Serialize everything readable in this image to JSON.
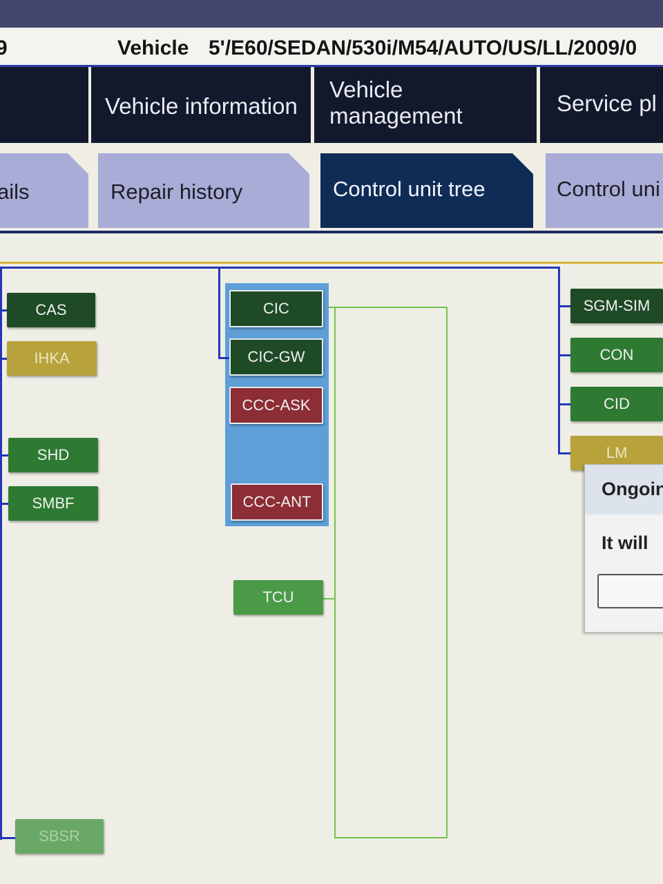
{
  "header": {
    "left_fragment": "9",
    "vehicle_label": "Vehicle",
    "vehicle_value": "5'/E60/SEDAN/530i/M54/AUTO/US/LL/2009/0"
  },
  "nav": {
    "tabs": [
      {
        "label": ""
      },
      {
        "label": "Vehicle information"
      },
      {
        "label": "Vehicle management"
      },
      {
        "label": "Service pl"
      }
    ]
  },
  "subtabs": [
    {
      "label": "ails"
    },
    {
      "label": "Repair history"
    },
    {
      "label": "Control unit tree",
      "active": true
    },
    {
      "label": "Control uni"
    }
  ],
  "ecus": {
    "cas": "CAS",
    "ihka": "IHKA",
    "shd": "SHD",
    "smbf": "SMBF",
    "sbsr": "SBSR",
    "cic": "CIC",
    "cic_gw": "CIC-GW",
    "ccc_ask": "CCC-ASK",
    "ccc_ant": "CCC-ANT",
    "tcu": "TCU",
    "sgm_sim": "SGM-SIM",
    "con": "CON",
    "cid": "CID",
    "lm": "LM"
  },
  "dialog": {
    "title": "Ongoin",
    "message": "It will"
  },
  "colors": {
    "bus_blue": "#2436b8",
    "nav_dark": "#12192c",
    "subtab_inactive": "#a8acd6",
    "subtab_active": "#0f2c56",
    "ecu_dark_green": "#1f4a26",
    "ecu_green": "#2e7a32",
    "ecu_gold": "#b8a23c",
    "ecu_red": "#8d2d35",
    "cic_group": "#5e9fd8"
  }
}
